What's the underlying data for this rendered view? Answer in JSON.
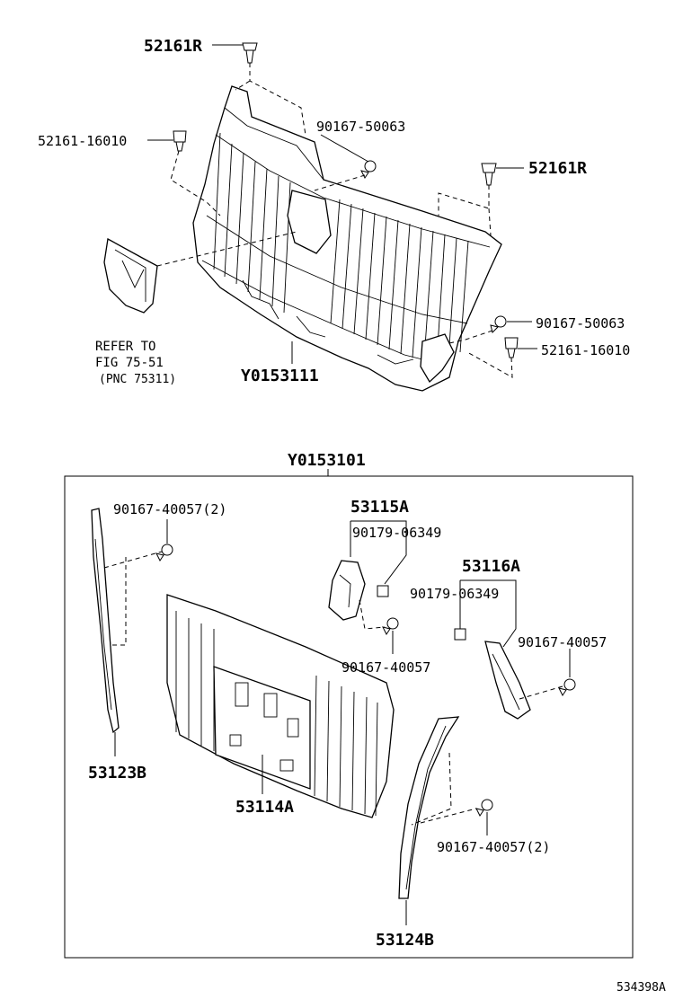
{
  "upper": {
    "label_52161R_top": "52161R",
    "label_52161_16010_left": "52161-16010",
    "label_90167_50063_top": "90167-50063",
    "label_52161R_right": "52161R",
    "label_90167_50063_right": "90167-50063",
    "label_52161_16010_right": "52161-16010",
    "refer_line1": "REFER TO",
    "refer_line2": "FIG 75-51",
    "refer_line3": "(PNC 75311)",
    "assembly_label": "Y0153111"
  },
  "lower": {
    "box_label": "Y0153101",
    "label_40057_2_top": "90167-40057(2)",
    "label_53115A": "53115A",
    "label_06349_a": "90179-06349",
    "label_53116A": "53116A",
    "label_06349_b": "90179-06349",
    "label_40057_mid": "90167-40057",
    "label_40057_right": "90167-40057",
    "label_53123B": "53123B",
    "label_53114A": "53114A",
    "label_40057_2_bottom": "90167-40057(2)",
    "label_53124B": "53124B"
  },
  "footer": {
    "code": "534398A"
  }
}
